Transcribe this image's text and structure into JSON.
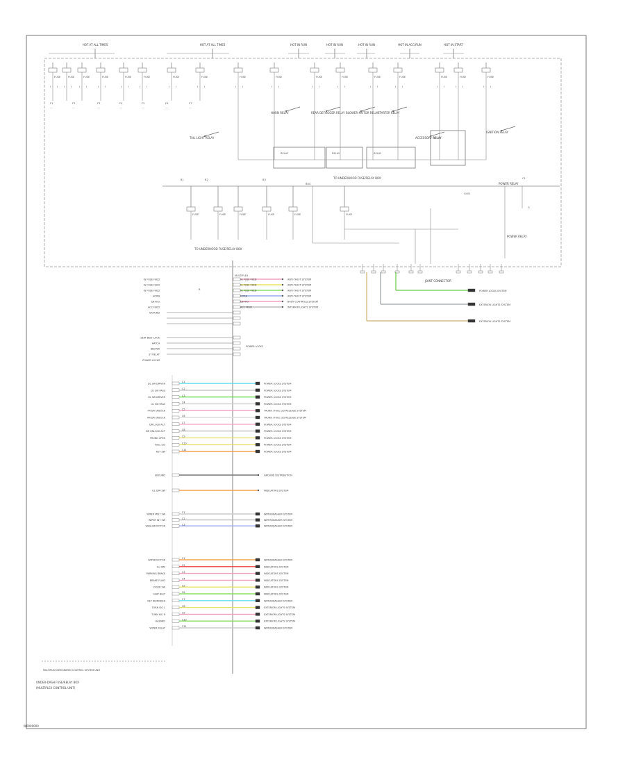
{
  "diagram": {
    "top_connectors": [
      "HOT AT ALL TIMES",
      "HOT AT ALL TIMES",
      "HOT IN RUN",
      "HOT IN RUN",
      "HOT IN RUN",
      "HOT IN ACC/RUN",
      "HOT IN START"
    ],
    "fuse_labels": [
      "FUSE",
      "FUSE",
      "FUSE",
      "FUSE",
      "FUSE",
      "FUSE",
      "FUSE",
      "FUSE",
      "FUSE",
      "FUSE",
      "FUSE",
      "FUSE",
      "FUSE",
      "FUSE",
      "FUSE",
      "FUSE"
    ],
    "relays": [
      "TAIL LIGHT RELAY",
      "HORN RELAY",
      "REAR DEFOGGER RELAY",
      "BLOWER MOTOR RELAY",
      "STARTER RELAY",
      "ACCESSORY RELAY",
      "IGNITION RELAY"
    ],
    "bus_label": "TO UNDERHOOD FUSE/RELAY BOX",
    "lower_bus_label": "TO UNDERHOOD FUSE/RELAY BOX",
    "power_relay_label": "POWER RELAY",
    "ground_label": "G401",
    "ground_symbol_label": "G",
    "connector_right_label": "JOINT CONNECTOR",
    "right_outputs": [
      {
        "text": "POWER LOCKS SYSTEM",
        "color": "#66cc44"
      },
      {
        "text": "EXTERIOR LIGHTS SYSTEM",
        "color": "#9aa0a6"
      },
      {
        "text": "EXTERIOR LIGHTS SYSTEM",
        "color": "#cdb070"
      }
    ],
    "upper_outputs": [
      {
        "lbl": "IG FUSE FEED",
        "c": "#f2a0c0"
      },
      {
        "lbl": "IG FUSE FEED",
        "c": "#e8e06a"
      },
      {
        "lbl": "IG FUSE FEED",
        "c": "#88dd66"
      },
      {
        "lbl": "HORN",
        "c": "#99aaee"
      },
      {
        "lbl": "DEFOG",
        "c": "#f2a0c0"
      },
      {
        "lbl": "ACC FEED",
        "c": "#bbbbbb"
      }
    ],
    "upper_output_texts": [
      "ANTI-THEFT SYSTEM",
      "ANTI-THEFT SYSTEM",
      "ANTI-THEFT SYSTEM",
      "ANTI-THEFT SYSTEM",
      "BODY CONTROLS SYSTEM",
      "INTERIOR LIGHTS SYSTEM"
    ],
    "mid_inputs": [
      "SEAT BELT LOCK",
      "HATCH",
      "BEEPER",
      "ST RELAY"
    ],
    "mid_note": "POWER LOCKS",
    "group1_labels": [
      "DL SW DRIVER",
      "DL SW PASS",
      "UL SW DRIVER",
      "UL SW PASS",
      "FR DR UNLOCK",
      "RR DR UNLOCK",
      "DR LOCK ACT",
      "DR UNLOCK ACT",
      "TRUNK OPEN",
      "FUEL LID",
      "KEY SW"
    ],
    "group1_colors": [
      "#66ddee",
      "#bbbbbb",
      "#66dd44",
      "#cccccc",
      "#f2a0c0",
      "#dddddd",
      "#f2a0c0",
      "#bbbbbb",
      "#e8e06a",
      "#e8e06a",
      "#f5a050"
    ],
    "group1_texts": [
      "POWER LOCKS SYSTEM",
      "POWER LOCKS SYSTEM",
      "POWER LOCKS SYSTEM",
      "POWER LOCKS SYSTEM",
      "TRUNK / FUEL LID RELEASE SYSTEM",
      "TRUNK / FUEL LID RELEASE SYSTEM",
      "POWER LOCKS SYSTEM",
      "POWER LOCKS SYSTEM",
      "POWER LOCKS SYSTEM",
      "POWER LOCKS SYSTEM",
      "POWER LOCKS SYSTEM"
    ],
    "single_rows": [
      {
        "lbl": "GROUND",
        "c": "#777777",
        "t": "GROUND DISTRIBUTION"
      },
      {
        "lbl": "ILL DIM SW",
        "c": "#f5a050",
        "t": "INDICATORS SYSTEM"
      }
    ],
    "group2_labels": [
      "WIPER MIST SW",
      "WIPER INT SW",
      "WASHER MOTOR"
    ],
    "group2_colors": [
      "#cccccc",
      "#bbbbbb",
      "#99aaee"
    ],
    "group2_texts": [
      "WIPER/WASHER SYSTEM",
      "WIPER/WASHER SYSTEM",
      "WIPER/WASHER SYSTEM"
    ],
    "group3_labels": [
      "WIPER MOTOR",
      "ILL DIM",
      "PARKING BRAKE",
      "BRAKE FLUID",
      "DOOR SW",
      "SEAT BELT",
      "KEY REMINDER",
      "TURN SIG L",
      "TURN SIG R",
      "HAZARD",
      "WIPER RELAY"
    ],
    "group3_colors": [
      "#f5a050",
      "#f04040",
      "#f2a0c0",
      "#f2a0c0",
      "#e8e06a",
      "#88dd66",
      "#66ddee",
      "#e8e06a",
      "#f2a0c0",
      "#88dd66",
      "#cccccc"
    ],
    "group3_texts": [
      "WIPER/WASHER SYSTEM",
      "INDICATORS SYSTEM",
      "INDICATORS SYSTEM",
      "INDICATORS SYSTEM",
      "INDICATORS SYSTEM",
      "INDICATORS SYSTEM",
      "WIPER/WASHER SYSTEM",
      "EXTERIOR LIGHTS SYSTEM",
      "EXTERIOR LIGHTS SYSTEM",
      "EXTERIOR LIGHTS SYSTEM",
      "WIPER/WASHER SYSTEM"
    ],
    "bottom_note": "MULTIPLEX INTEGRATED CONTROL SYSTEM UNIT",
    "bottom_caption_1": "UNDER-DASH FUSE/RELAY BOX",
    "bottom_caption_2": "(MULTIPLEX CONTROL UNIT)",
    "footer_code": "W0000000"
  }
}
